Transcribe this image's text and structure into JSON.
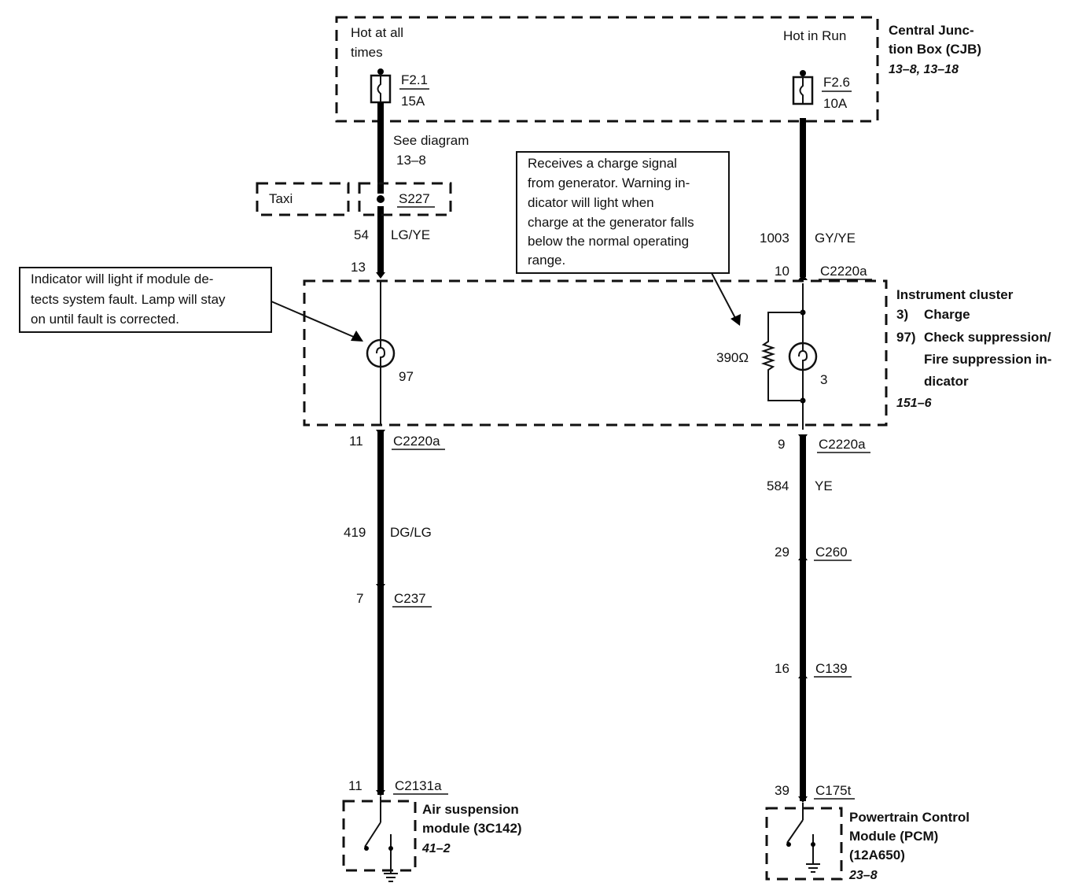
{
  "cjb": {
    "name_line1": "Central Junc-",
    "name_line2": "tion Box (CJB)",
    "ref": "13–8, 13–18",
    "hot_all_line1": "Hot at all",
    "hot_all_line2": "times",
    "hot_run": "Hot in Run"
  },
  "fuses": [
    {
      "id": "F2.1",
      "rating": "15A"
    },
    {
      "id": "F2.6",
      "rating": "10A"
    }
  ],
  "see_diagram": {
    "line1": "See diagram",
    "line2": "13–8"
  },
  "taxi": "Taxi",
  "splice": "S227",
  "left_circuit": {
    "wire_top": {
      "number": "54",
      "color": "LG/YE"
    },
    "pin_in": "13",
    "bulb": "97",
    "pin_out": "11",
    "connector_out": "C2220a",
    "wire_bottom": {
      "number": "419",
      "color": "DG/LG"
    },
    "c237_pin": "7",
    "c237": "C237",
    "end_pin": "11",
    "end_connector": "C2131a",
    "module_line1": "Air suspension",
    "module_line2": "module (3C142)",
    "module_ref": "41–2"
  },
  "right_circuit": {
    "wire_top": {
      "number": "1003",
      "color": "GY/YE"
    },
    "pin_in": "10",
    "connector_in": "C2220a",
    "resistor": "390Ω",
    "bulb": "3",
    "pin_out": "9",
    "connector_out": "C2220a",
    "wire_bottom": {
      "number": "584",
      "color": "YE"
    },
    "c260_pin": "29",
    "c260": "C260",
    "c139_pin": "16",
    "c139": "C139",
    "end_pin": "39",
    "end_connector": "C175t",
    "module_line1": "Powertrain Control",
    "module_line2": "Module (PCM)",
    "module_line3": "(12A650)",
    "module_ref": "23–8"
  },
  "cluster": {
    "title": "Instrument cluster",
    "item1_num": "3)",
    "item1": "Charge",
    "item2_num": "97)",
    "item2_line1": "Check suppression/",
    "item2_line2": "Fire suppression in-",
    "item2_line3": "dicator",
    "ref": "151–6"
  },
  "notes": {
    "left": [
      "Indicator will light if module de-",
      "tects system fault. Lamp will stay",
      "on until fault is corrected."
    ],
    "right": [
      "Receives a charge signal",
      "from generator. Warning in-",
      "dicator will light when",
      "charge at the generator falls",
      "below the normal operating",
      "range."
    ]
  }
}
